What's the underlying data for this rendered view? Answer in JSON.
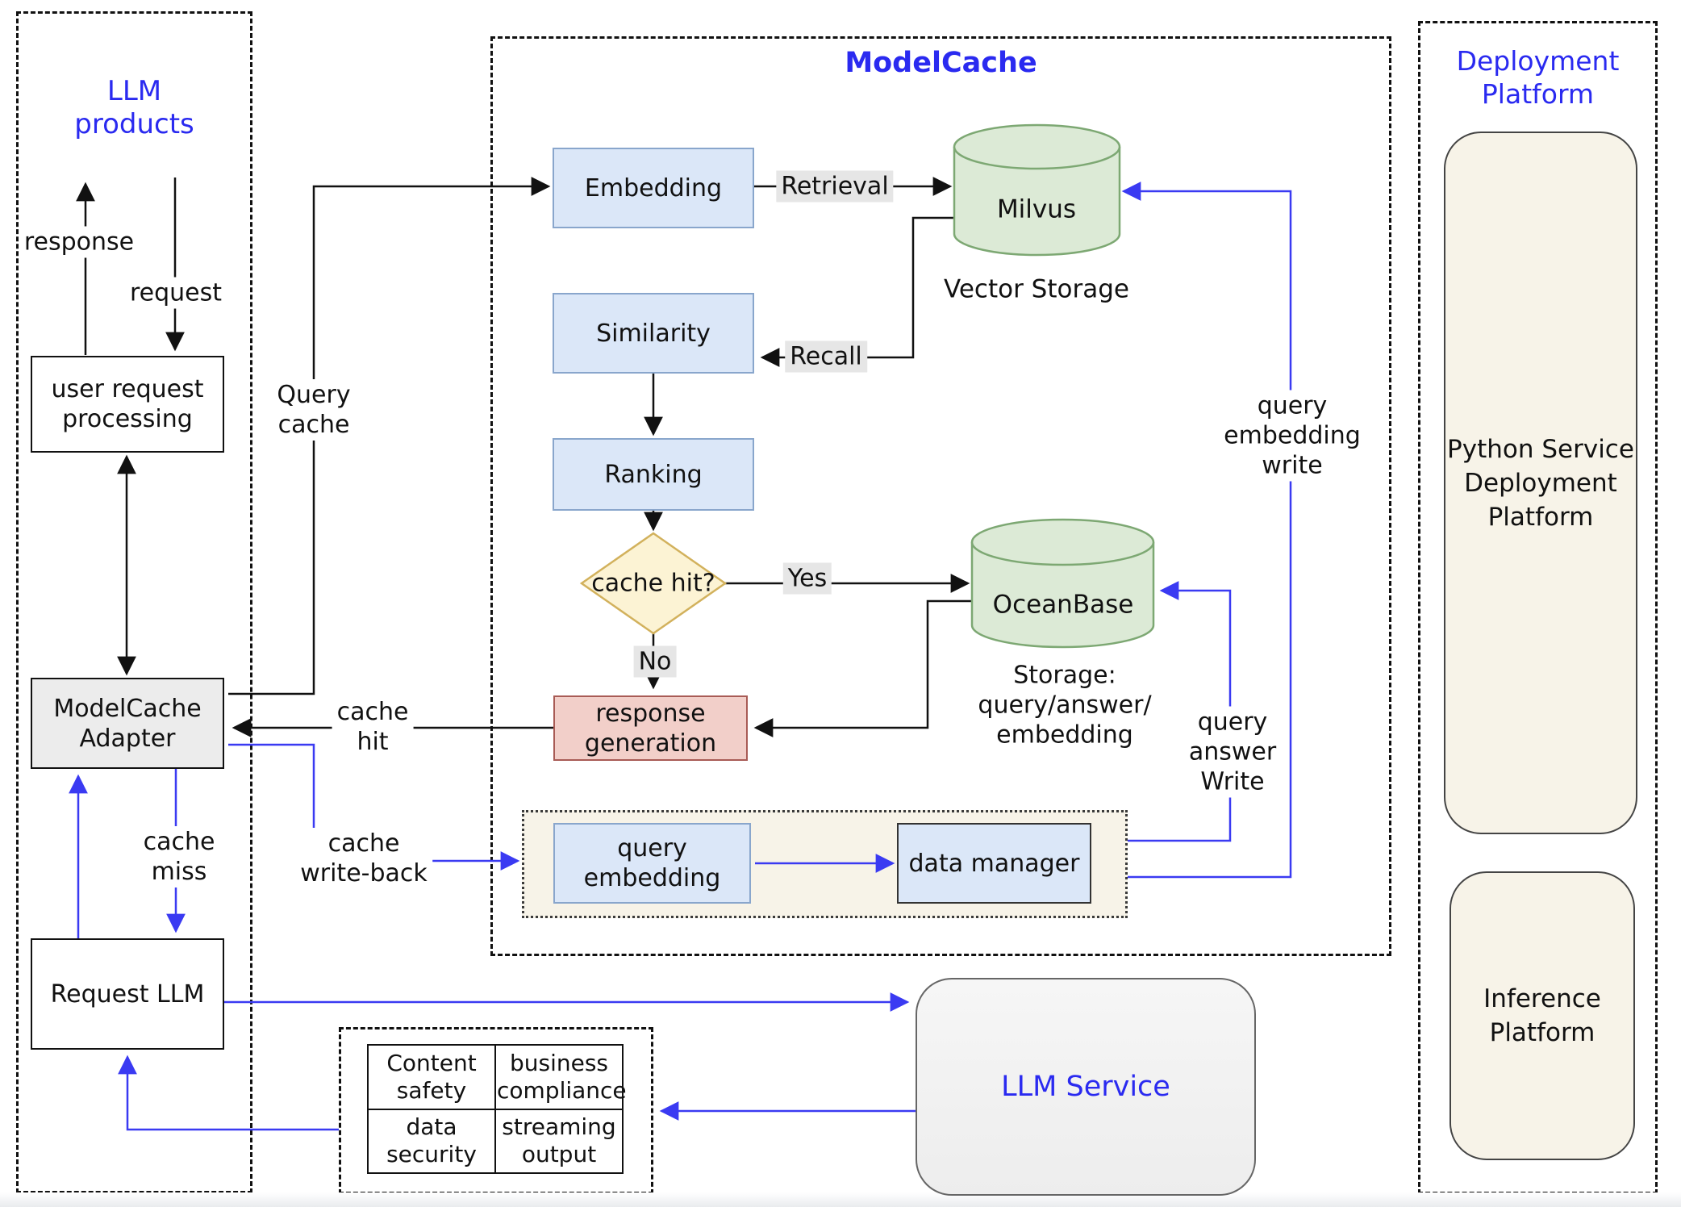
{
  "colors": {
    "title_blue": "#2a2af0",
    "arrow_blue": "#3a3af2",
    "line_black": "#111111",
    "box_blue_fill": "#dbe7f8",
    "box_blue_border": "#89a6cc",
    "cylinder_fill": "#dcead6",
    "cylinder_border": "#7da873",
    "diamond_fill": "#fcf3d4",
    "diamond_border": "#d2b15c",
    "red_fill": "#f2cfc9",
    "red_border": "#a85b55",
    "adapter_fill": "#ececec",
    "cream_fill": "#f7f3e8",
    "label_gray_bg": "#e6e6e6",
    "service_fill": "#f2f2f2"
  },
  "left_panel": {
    "title": "LLM\nproducts",
    "response_label": "response",
    "request_label": "request",
    "user_request_processing": "user request\nprocessing",
    "modelcache_adapter": "ModelCache\nAdapter",
    "cache_miss_label": "cache\nmiss",
    "request_llm": "Request LLM"
  },
  "modelcache_panel": {
    "title": "ModelCache",
    "embedding": "Embedding",
    "retrieval_label": "Retrieval",
    "milvus": "Milvus",
    "vector_storage_caption": "Vector Storage",
    "similarity": "Similarity",
    "recall_label": "Recall",
    "ranking": "Ranking",
    "cache_hit_question": "cache hit?",
    "yes_label": "Yes",
    "no_label": "No",
    "response_generation": "response\ngeneration",
    "oceanbase": "OceanBase",
    "oceanbase_caption": "Storage:\nquery/answer/\nembedding",
    "query_embedding": "query\nembedding",
    "data_manager": "data manager",
    "query_embedding_write_label": "query\nembedding\nwrite",
    "query_answer_write_label": "query\nanswer\nWrite"
  },
  "route_labels": {
    "query_cache": "Query\ncache",
    "cache_hit": "cache\nhit",
    "cache_write_back": "cache\nwrite-back"
  },
  "llm_service": {
    "title": "LLM Service"
  },
  "safety_table": {
    "rows": [
      [
        "Content\nsafety",
        "business\ncompliance"
      ],
      [
        "data\nsecurity",
        "streaming\noutput"
      ]
    ]
  },
  "deployment_panel": {
    "title": "Deployment\nPlatform",
    "python_service": "Python Service\nDeployment\nPlatform",
    "inference_platform": "Inference\nPlatform"
  }
}
